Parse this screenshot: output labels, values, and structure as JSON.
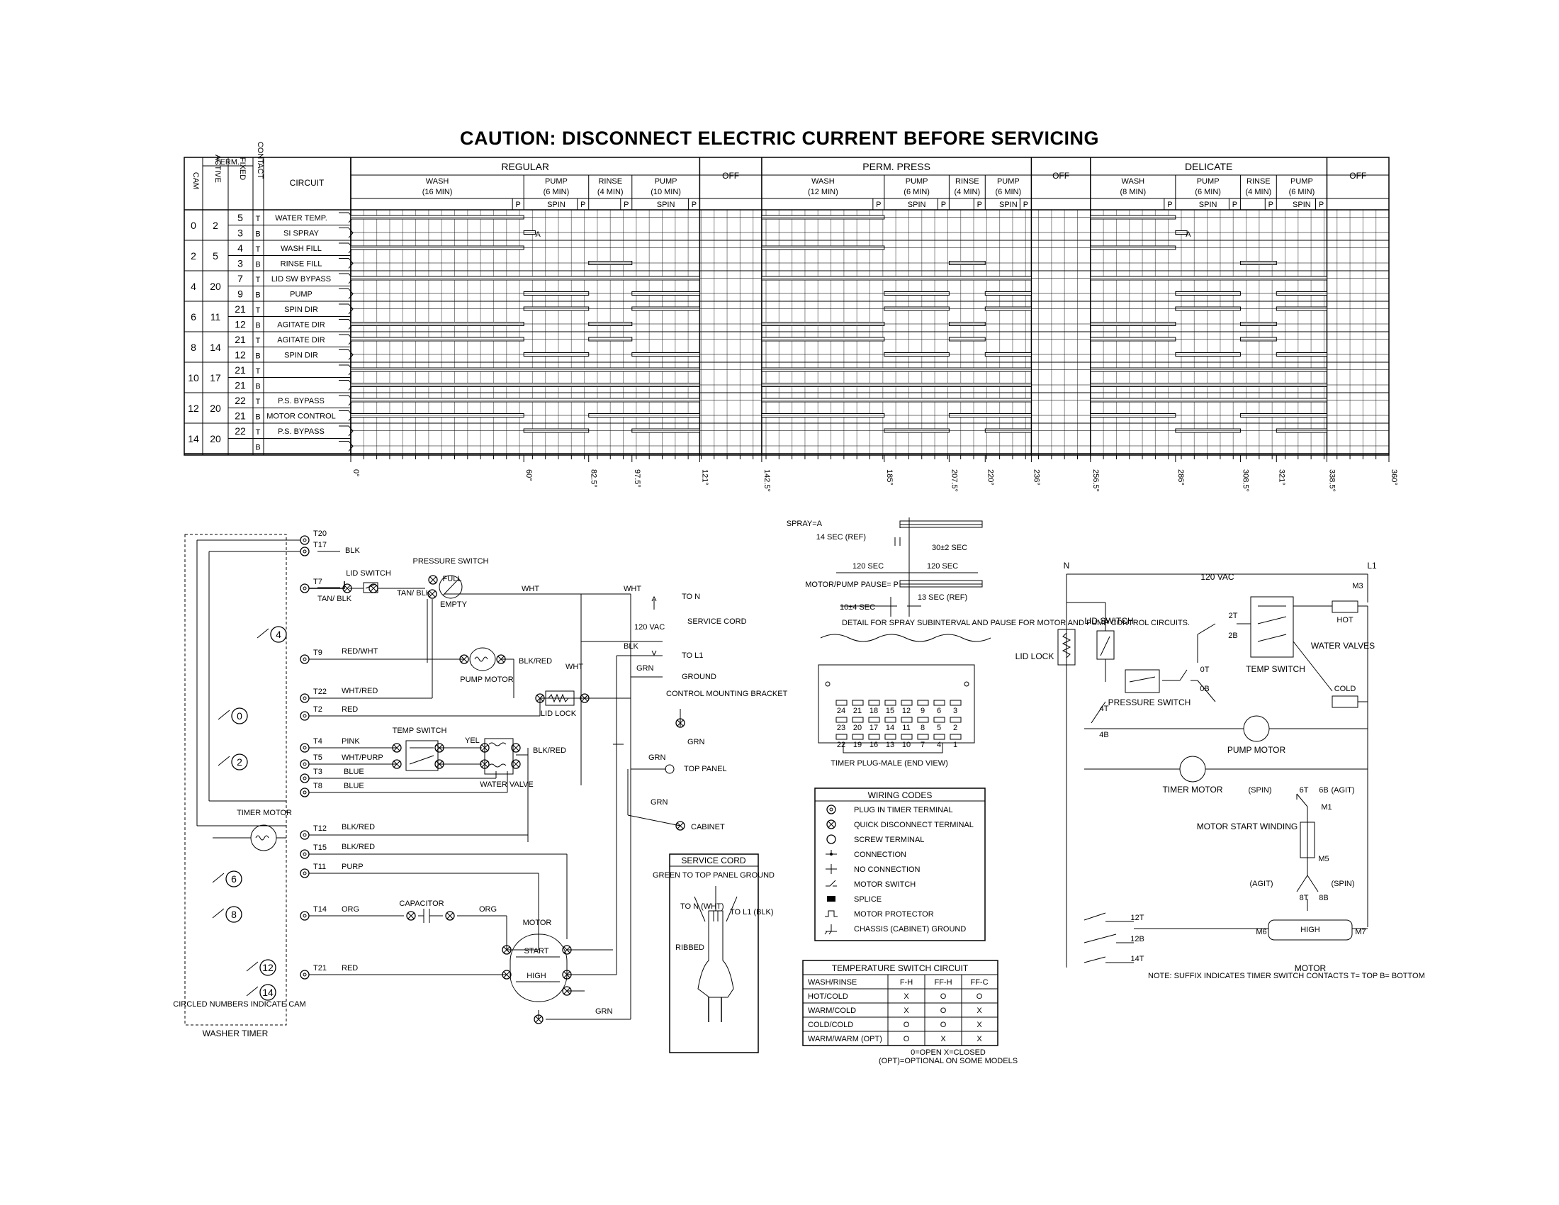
{
  "caution": "CAUTION: DISCONNECT ELECTRIC CURRENT BEFORE SERVICING",
  "chart": {
    "header": {
      "term": "TERM.",
      "cam": "CAM",
      "active": "ACTIVE",
      "fixed": "FIXED",
      "contact": "CONTACT",
      "circuit": "CIRCUIT",
      "cycles": [
        {
          "name": "REGULAR",
          "steps": [
            {
              "top": "WASH",
              "time": "(16 MIN)"
            },
            {
              "top": "PUMP",
              "time": "(6 MIN)",
              "sub": "SPIN"
            },
            {
              "top": "RINSE",
              "time": "(4 MIN)"
            },
            {
              "top": "PUMP",
              "time": "(10 MIN)",
              "sub": "SPIN"
            }
          ]
        },
        {
          "name": "PERM. PRESS",
          "steps": [
            {
              "top": "WASH",
              "time": "(12 MIN)"
            },
            {
              "top": "PUMP",
              "time": "(6 MIN)",
              "sub": "SPIN"
            },
            {
              "top": "RINSE",
              "time": "(4 MIN)"
            },
            {
              "top": "PUMP",
              "time": "(6 MIN)",
              "sub": "SPIN"
            }
          ]
        },
        {
          "name": "DELICATE",
          "steps": [
            {
              "top": "WASH",
              "time": "(8 MIN)"
            },
            {
              "top": "PUMP",
              "time": "(6 MIN)",
              "sub": "SPIN"
            },
            {
              "top": "RINSE",
              "time": "(4 MIN)"
            },
            {
              "top": "PUMP",
              "time": "(6 MIN)",
              "sub": "SPIN"
            }
          ]
        }
      ],
      "off": "OFF",
      "p": "P",
      "a": "A"
    },
    "rows": [
      {
        "cam": "0",
        "active": "2",
        "contacts": [
          {
            "fixed": "5",
            "tb": "T",
            "circuit": "WATER TEMP."
          },
          {
            "fixed": "3",
            "tb": "B",
            "circuit": "SI SPRAY"
          }
        ]
      },
      {
        "cam": "2",
        "active": "5",
        "contacts": [
          {
            "fixed": "4",
            "tb": "T",
            "circuit": "WASH FILL"
          },
          {
            "fixed": "3",
            "tb": "B",
            "circuit": "RINSE FILL"
          }
        ]
      },
      {
        "cam": "4",
        "active": "20",
        "contacts": [
          {
            "fixed": "7",
            "tb": "T",
            "circuit": "LID SW BYPASS"
          },
          {
            "fixed": "9",
            "tb": "B",
            "circuit": "PUMP"
          }
        ]
      },
      {
        "cam": "6",
        "active": "11",
        "contacts": [
          {
            "fixed": "21",
            "tb": "T",
            "circuit": "SPIN DIR"
          },
          {
            "fixed": "12",
            "tb": "B",
            "circuit": "AGITATE DIR"
          }
        ]
      },
      {
        "cam": "8",
        "active": "14",
        "contacts": [
          {
            "fixed": "21",
            "tb": "T",
            "circuit": "AGITATE DIR"
          },
          {
            "fixed": "12",
            "tb": "B",
            "circuit": "SPIN DIR"
          }
        ]
      },
      {
        "cam": "10",
        "active": "17",
        "contacts": [
          {
            "fixed": "21",
            "tb": "T",
            "circuit": ""
          },
          {
            "fixed": "21",
            "tb": "B",
            "circuit": ""
          }
        ]
      },
      {
        "cam": "12",
        "active": "20",
        "contacts": [
          {
            "fixed": "22",
            "tb": "T",
            "circuit": "P.S. BYPASS"
          },
          {
            "fixed": "21",
            "tb": "B",
            "circuit": "MOTOR CONTROL"
          }
        ]
      },
      {
        "cam": "14",
        "active": "20",
        "contacts": [
          {
            "fixed": "22",
            "tb": "T",
            "circuit": "P.S. BYPASS"
          },
          {
            "fixed": "",
            "tb": "B",
            "circuit": ""
          }
        ]
      }
    ],
    "degrees": [
      "0°",
      "60°",
      "82.5°",
      "97.5°",
      "121°",
      "142.5°",
      "185°",
      "207.5°",
      "220°",
      "236°",
      "256.5°",
      "286°",
      "308.5°",
      "321°",
      "338.5°",
      "360°"
    ]
  },
  "timer_schematic": {
    "terminals": [
      "T20",
      "T17",
      "T7",
      "T9",
      "T22",
      "T2",
      "T4",
      "T5",
      "T3",
      "T8",
      "T12",
      "T15",
      "T11",
      "T14",
      "T21"
    ],
    "wires": {
      "blk": "BLK",
      "tan_blk": "TAN/ BLK",
      "red_wht": "RED/WHT",
      "wht_red": "WHT/RED",
      "red": "RED",
      "pink": "PINK",
      "wht_purp": "WHT/PURP",
      "blue": "BLUE",
      "blk_red": "BLK/RED",
      "purp": "PURP",
      "org": "ORG",
      "wht": "WHT",
      "grn": "GRN",
      "yel": "YEL"
    },
    "cams": [
      "4",
      "0",
      "2",
      "6",
      "8",
      "12",
      "14"
    ],
    "lid_switch": "LID SWITCH",
    "pressure_switch": "PRESSURE SWITCH",
    "full": "FULL",
    "empty": "EMPTY",
    "pump_motor": "PUMP MOTOR",
    "lid_lock": "LID LOCK",
    "temp_switch": "TEMP SWITCH",
    "water_valve": "WATER VALVE",
    "timer_motor": "TIMER MOTOR",
    "capacitor": "CAPACITOR",
    "motor": "MOTOR",
    "start": "START",
    "high": "HIGH",
    "to_n": "TO N",
    "to_l1": "TO L1",
    "ground": "GROUND",
    "vac": "120 VAC",
    "service_cord": "SERVICE CORD",
    "control_bracket": "CONTROL MOUNTING BRACKET",
    "top_panel": "TOP PANEL",
    "cabinet": "CABINET",
    "circled_note": "CIRCLED NUMBERS INDICATE CAM",
    "washer_timer": "WASHER TIMER"
  },
  "spray_detail": {
    "spray": "SPRAY=A",
    "ref14": "14 SEC (REF)",
    "sec30": "30±2 SEC",
    "sec120a": "120 SEC",
    "sec120b": "120 SEC",
    "pause": "MOTOR/PUMP PAUSE= P",
    "sec10": "10±4 SEC",
    "ref13": "13 SEC (REF)",
    "detail": "DETAIL FOR SPRAY SUBINTERVAL AND PAUSE FOR MOTOR AND PUMP CONTROL CIRCUITS.",
    "plug": "TIMER PLUG-MALE (END VIEW)",
    "pins_top": [
      "24",
      "21",
      "18",
      "15",
      "12",
      "9",
      "6",
      "3"
    ],
    "pins_mid": [
      "23",
      "20",
      "17",
      "14",
      "11",
      "8",
      "5",
      "2"
    ],
    "pins_bot": [
      "22",
      "19",
      "16",
      "13",
      "10",
      "7",
      "4",
      "1"
    ]
  },
  "wiring_codes": {
    "title": "WIRING CODES",
    "items": [
      "PLUG IN TIMER TERMINAL",
      "QUICK DISCONNECT TERMINAL",
      "SCREW TERMINAL",
      "CONNECTION",
      "NO CONNECTION",
      "MOTOR SWITCH",
      "SPLICE",
      "MOTOR PROTECTOR",
      "CHASSIS (CABINET) GROUND"
    ]
  },
  "service_cord_box": {
    "title": "SERVICE CORD",
    "green": "GREEN TO TOP PANEL GROUND",
    "to_n": "TO N (WHT)",
    "to_l1": "TO L1 (BLK)",
    "ribbed": "RIBBED"
  },
  "temp_table": {
    "title": "TEMPERATURE SWITCH CIRCUIT",
    "headers": [
      "WASH/RINSE",
      "F-H",
      "FF-H",
      "FF-C"
    ],
    "rows": [
      [
        "HOT/COLD",
        "X",
        "O",
        "O"
      ],
      [
        "WARM/COLD",
        "X",
        "O",
        "X"
      ],
      [
        "COLD/COLD",
        "O",
        "O",
        "X"
      ],
      [
        "WARM/WARM (OPT)",
        "O",
        "X",
        "X"
      ]
    ],
    "legend1": "0=OPEN     X=CLOSED",
    "legend2": "(OPT)=OPTIONAL ON SOME MODELS"
  },
  "ladder": {
    "n": "N",
    "l1": "L1",
    "vac": "120 VAC",
    "lid_lock": "LID LOCK",
    "lid_switch": "LID SWITCH",
    "pressure_switch": "PRESSURE SWITCH",
    "temp_switch": "TEMP SWITCH",
    "water_valves": "WATER VALVES",
    "hot": "HOT",
    "cold": "COLD",
    "pump_motor": "PUMP MOTOR",
    "timer_motor": "TIMER MOTOR",
    "motor_start": "MOTOR START WINDING",
    "motor": "MOTOR",
    "high": "HIGH",
    "spin": "(SPIN)",
    "agit": "(AGIT)",
    "contacts": [
      "2T",
      "2B",
      "0T",
      "0B",
      "4T",
      "4B",
      "6T",
      "6B",
      "8T",
      "8B",
      "12T",
      "12B",
      "14T"
    ],
    "terms": [
      "M1",
      "M3",
      "M5",
      "M6",
      "M7"
    ],
    "note": "NOTE: SUFFIX INDICATES TIMER SWITCH CONTACTS T= TOP B= BOTTOM"
  }
}
